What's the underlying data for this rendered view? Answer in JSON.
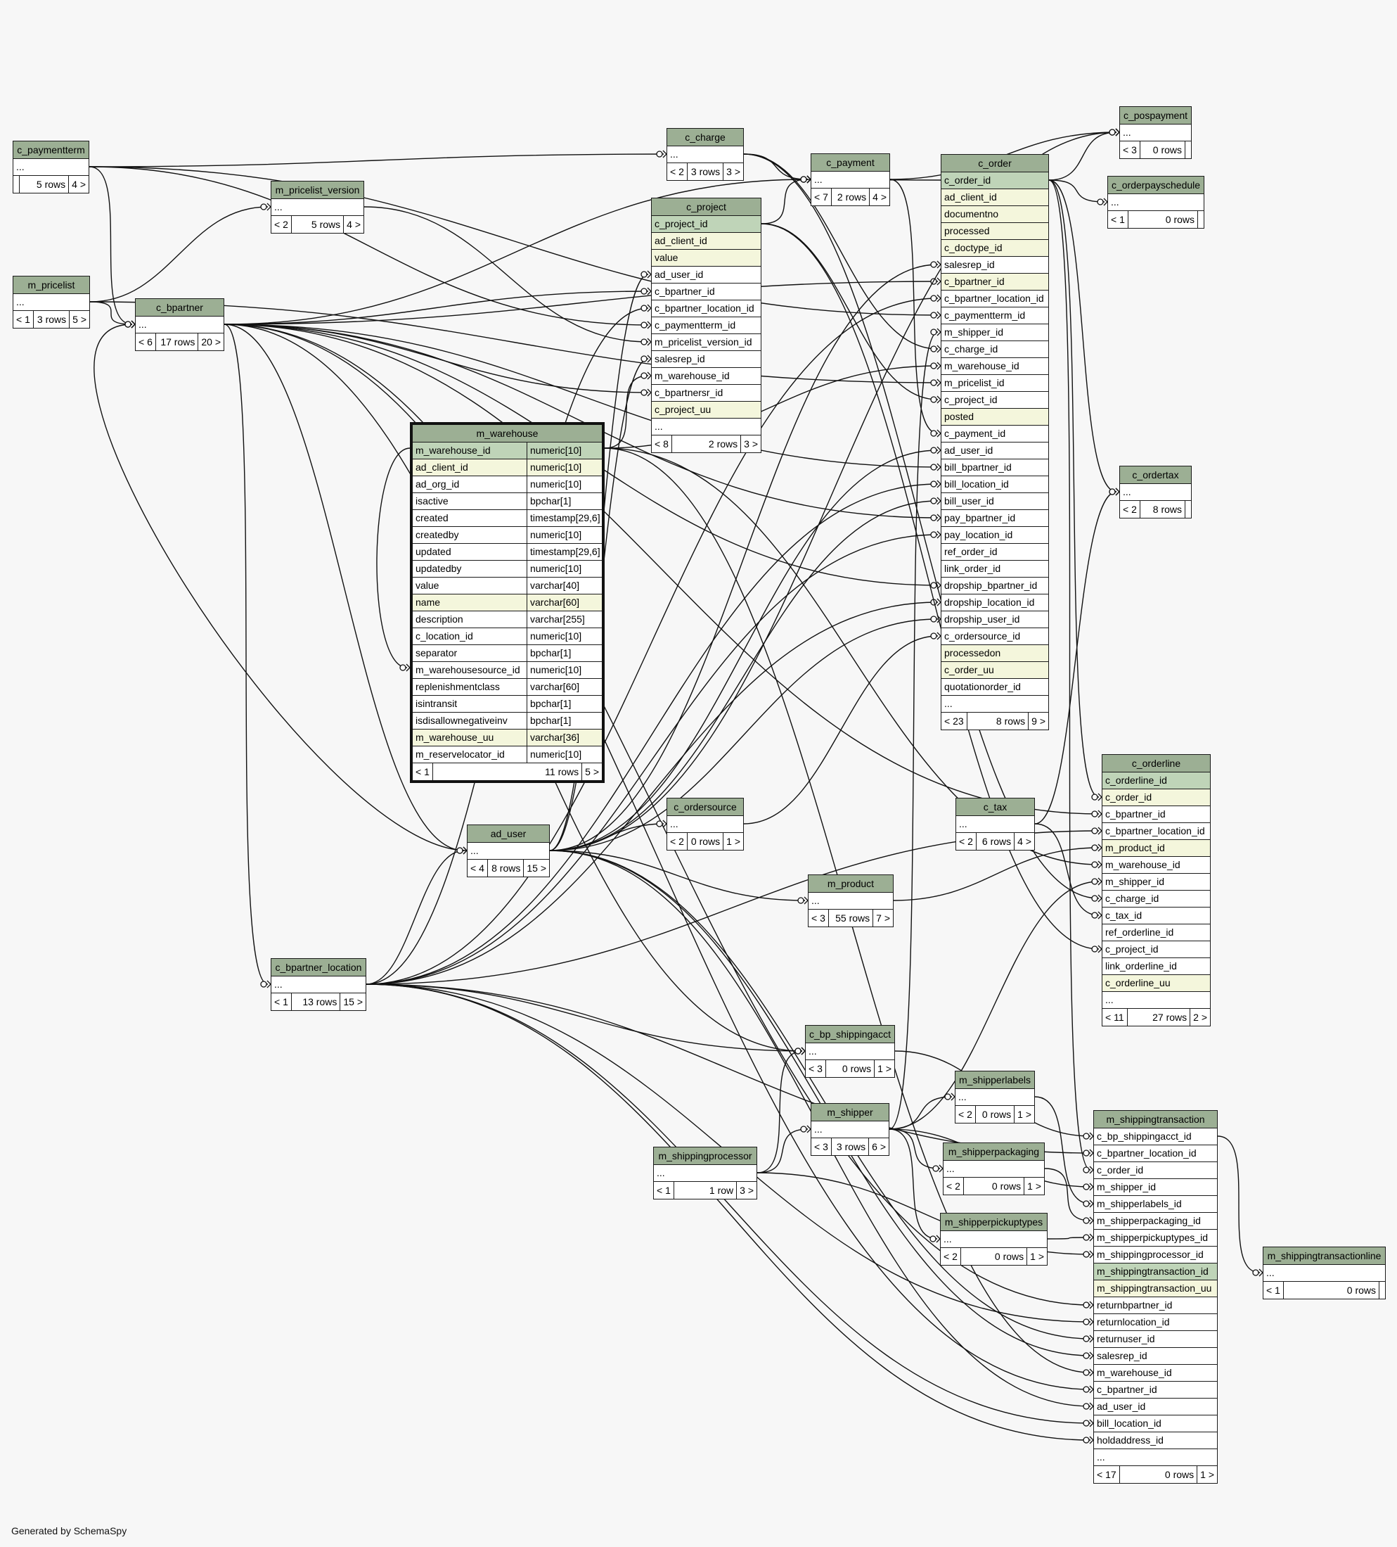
{
  "credit": "Generated by SchemaSpy",
  "tables": {
    "c_paymentterm": {
      "name": "c_paymentterm",
      "rows": [
        "..."
      ],
      "footer": [
        "",
        "5 rows",
        "4 >"
      ]
    },
    "m_pricelist": {
      "name": "m_pricelist",
      "rows": [
        "..."
      ],
      "footer": [
        "< 1",
        "3 rows",
        "5 >"
      ]
    },
    "m_pricelist_version": {
      "name": "m_pricelist_version",
      "rows": [
        "..."
      ],
      "footer": [
        "< 2",
        "5 rows",
        "4 >"
      ]
    },
    "c_bpartner": {
      "name": "c_bpartner",
      "rows": [
        "..."
      ],
      "footer": [
        "< 6",
        "17 rows",
        "20 >"
      ]
    },
    "c_charge": {
      "name": "c_charge",
      "rows": [
        "..."
      ],
      "footer": [
        "< 2",
        "3 rows",
        "3 >"
      ]
    },
    "c_payment": {
      "name": "c_payment",
      "rows": [
        "..."
      ],
      "footer": [
        "< 7",
        "2 rows",
        "4 >"
      ]
    },
    "c_pospayment": {
      "name": "c_pospayment",
      "rows": [
        "..."
      ],
      "footer": [
        "< 3",
        "0 rows",
        ""
      ]
    },
    "c_orderpayschedule": {
      "name": "c_orderpayschedule",
      "rows": [
        "..."
      ],
      "footer": [
        "< 1",
        "0 rows",
        ""
      ]
    },
    "c_ordertax": {
      "name": "c_ordertax",
      "rows": [
        "..."
      ],
      "footer": [
        "< 2",
        "8 rows",
        ""
      ]
    },
    "c_project": {
      "name": "c_project",
      "rows": [
        "c_project_id",
        "ad_client_id",
        "value",
        "ad_user_id",
        "c_bpartner_id",
        "c_bpartner_location_id",
        "c_paymentterm_id",
        "m_pricelist_version_id",
        "salesrep_id",
        "m_warehouse_id",
        "c_bpartnersr_id",
        "c_project_uu",
        "..."
      ],
      "footer": [
        "< 8",
        "2 rows",
        "3 >"
      ]
    },
    "c_order": {
      "name": "c_order",
      "rows": [
        "c_order_id",
        "ad_client_id",
        "documentno",
        "processed",
        "c_doctype_id",
        "salesrep_id",
        "c_bpartner_id",
        "c_bpartner_location_id",
        "c_paymentterm_id",
        "m_shipper_id",
        "c_charge_id",
        "m_warehouse_id",
        "m_pricelist_id",
        "c_project_id",
        "posted",
        "c_payment_id",
        "ad_user_id",
        "bill_bpartner_id",
        "bill_location_id",
        "bill_user_id",
        "pay_bpartner_id",
        "pay_location_id",
        "ref_order_id",
        "link_order_id",
        "dropship_bpartner_id",
        "dropship_location_id",
        "dropship_user_id",
        "c_ordersource_id",
        "processedon",
        "c_order_uu",
        "quotationorder_id",
        "..."
      ],
      "footer": [
        "< 23",
        "8 rows",
        "9 >"
      ]
    },
    "m_warehouse": {
      "name": "m_warehouse",
      "rows": [
        {
          "col": "m_warehouse_id",
          "type": "numeric[10]"
        },
        {
          "col": "ad_client_id",
          "type": "numeric[10]"
        },
        {
          "col": "ad_org_id",
          "type": "numeric[10]"
        },
        {
          "col": "isactive",
          "type": "bpchar[1]"
        },
        {
          "col": "created",
          "type": "timestamp[29,6]"
        },
        {
          "col": "createdby",
          "type": "numeric[10]"
        },
        {
          "col": "updated",
          "type": "timestamp[29,6]"
        },
        {
          "col": "updatedby",
          "type": "numeric[10]"
        },
        {
          "col": "value",
          "type": "varchar[40]"
        },
        {
          "col": "name",
          "type": "varchar[60]"
        },
        {
          "col": "description",
          "type": "varchar[255]"
        },
        {
          "col": "c_location_id",
          "type": "numeric[10]"
        },
        {
          "col": "separator",
          "type": "bpchar[1]"
        },
        {
          "col": "m_warehousesource_id",
          "type": "numeric[10]"
        },
        {
          "col": "replenishmentclass",
          "type": "varchar[60]"
        },
        {
          "col": "isintransit",
          "type": "bpchar[1]"
        },
        {
          "col": "isdisallownegativeinv",
          "type": "bpchar[1]"
        },
        {
          "col": "m_warehouse_uu",
          "type": "varchar[36]"
        },
        {
          "col": "m_reservelocator_id",
          "type": "numeric[10]"
        }
      ],
      "footer": [
        "< 1",
        "11 rows",
        "5 >"
      ]
    },
    "ad_user": {
      "name": "ad_user",
      "rows": [
        "..."
      ],
      "footer": [
        "< 4",
        "8 rows",
        "15 >"
      ]
    },
    "c_ordersource": {
      "name": "c_ordersource",
      "rows": [
        "..."
      ],
      "footer": [
        "< 2",
        "0 rows",
        "1 >"
      ]
    },
    "m_product": {
      "name": "m_product",
      "rows": [
        "..."
      ],
      "footer": [
        "< 3",
        "55 rows",
        "7 >"
      ]
    },
    "c_tax": {
      "name": "c_tax",
      "rows": [
        "..."
      ],
      "footer": [
        "< 2",
        "6 rows",
        "4 >"
      ]
    },
    "c_orderline": {
      "name": "c_orderline",
      "rows": [
        "c_orderline_id",
        "c_order_id",
        "c_bpartner_id",
        "c_bpartner_location_id",
        "m_product_id",
        "m_warehouse_id",
        "m_shipper_id",
        "c_charge_id",
        "c_tax_id",
        "ref_orderline_id",
        "c_project_id",
        "link_orderline_id",
        "c_orderline_uu",
        "..."
      ],
      "footer": [
        "< 11",
        "27 rows",
        "2 >"
      ]
    },
    "c_bpartner_location": {
      "name": "c_bpartner_location",
      "rows": [
        "..."
      ],
      "footer": [
        "< 1",
        "13 rows",
        "15 >"
      ]
    },
    "c_bp_shippingacct": {
      "name": "c_bp_shippingacct",
      "rows": [
        "..."
      ],
      "footer": [
        "< 3",
        "0 rows",
        "1 >"
      ]
    },
    "m_shipperlabels": {
      "name": "m_shipperlabels",
      "rows": [
        "..."
      ],
      "footer": [
        "< 2",
        "0 rows",
        "1 >"
      ]
    },
    "m_shipper": {
      "name": "m_shipper",
      "rows": [
        "..."
      ],
      "footer": [
        "< 3",
        "3 rows",
        "6 >"
      ]
    },
    "m_shippingprocessor": {
      "name": "m_shippingprocessor",
      "rows": [
        "..."
      ],
      "footer": [
        "< 1",
        "1 row",
        "3 >"
      ]
    },
    "m_shipperpackaging": {
      "name": "m_shipperpackaging",
      "rows": [
        "..."
      ],
      "footer": [
        "< 2",
        "0 rows",
        "1 >"
      ]
    },
    "m_shipperpickuptypes": {
      "name": "m_shipperpickuptypes",
      "rows": [
        "..."
      ],
      "footer": [
        "< 2",
        "0 rows",
        "1 >"
      ]
    },
    "m_shippingtransaction": {
      "name": "m_shippingtransaction",
      "rows": [
        "c_bp_shippingacct_id",
        "c_bpartner_location_id",
        "c_order_id",
        "m_shipper_id",
        "m_shipperlabels_id",
        "m_shipperpackaging_id",
        "m_shipperpickuptypes_id",
        "m_shippingprocessor_id",
        "m_shippingtransaction_id",
        "m_shippingtransaction_uu",
        "returnbpartner_id",
        "returnlocation_id",
        "returnuser_id",
        "salesrep_id",
        "m_warehouse_id",
        "c_bpartner_id",
        "ad_user_id",
        "bill_location_id",
        "holdaddress_id",
        "..."
      ],
      "footer": [
        "< 17",
        "0 rows",
        "1 >"
      ]
    },
    "m_shippingtransactionline": {
      "name": "m_shippingtransactionline",
      "rows": [
        "..."
      ],
      "footer": [
        "< 1",
        "0 rows",
        ""
      ]
    }
  },
  "colors": {
    "header": "#9caf94",
    "primary_key": "#bfd4b8",
    "required": "#f4f6dc",
    "background": "#f7f7f7"
  }
}
